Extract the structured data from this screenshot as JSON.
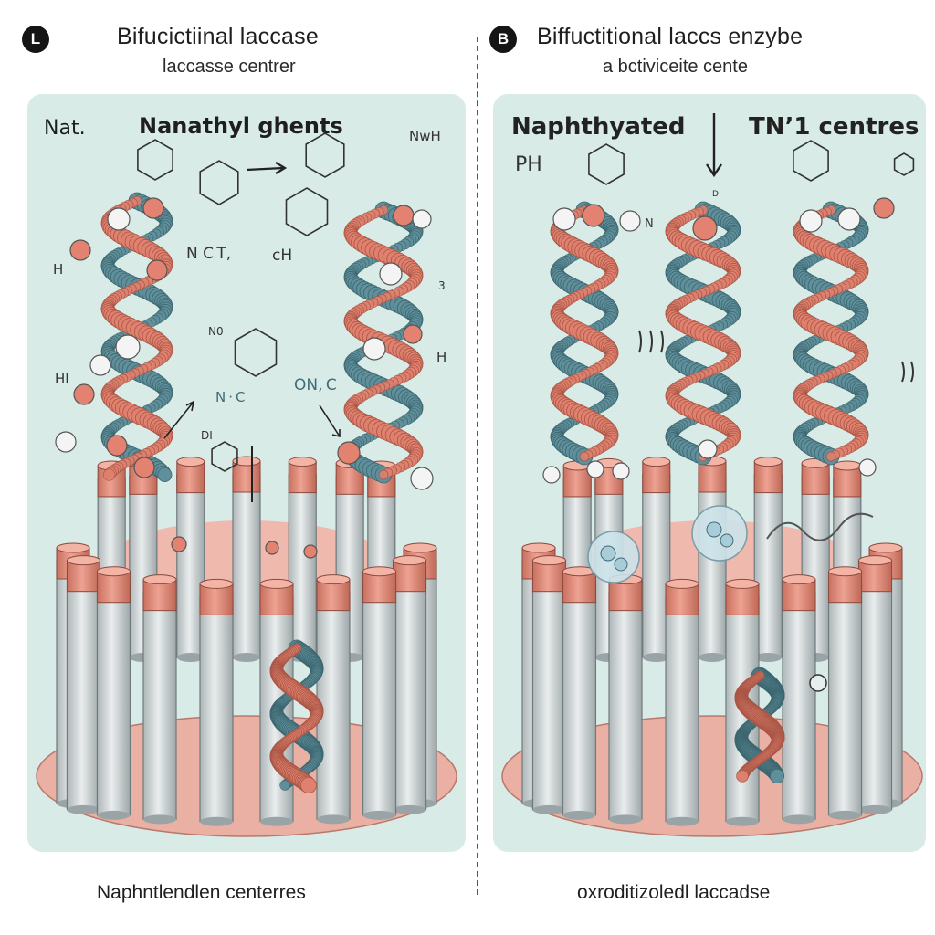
{
  "panel_a": {
    "badge": "L",
    "title": "Bifucictiinal laccase",
    "subtitle": "laccasse centrer",
    "labels": {
      "top_left": "Nat.",
      "top_main": "Nanathyl ghents",
      "nh_label": "NwH",
      "n_ct": "N C T,",
      "ch": "cH",
      "h_left": "H",
      "hi_left": "HI",
      "no_mid": "N0",
      "nc_mid": "N · C",
      "onc_mid": "ON, C",
      "h_right": "H",
      "di": "DI",
      "three": "3"
    },
    "footer": "Naphntlendlen centerres"
  },
  "panel_b": {
    "badge": "B",
    "title": "Biffuctitional laccs enzybe",
    "subtitle": "a bctiviceite cente",
    "labels": {
      "top_left": "Naphthyated",
      "top_right": "TN’1 centres",
      "ph": "PH",
      "n_small": "N",
      "d_small": "D"
    },
    "footer": "oxroditizoledl laccadse"
  },
  "colors": {
    "background_panel": "#d9ebe6",
    "helix_teal": "#5f8f9a",
    "helix_salmon": "#e0806e",
    "cylinder_gray": "#d3d8d9",
    "cylinder_cap": "#e48d7b",
    "base_disc": "#eab0a4"
  }
}
